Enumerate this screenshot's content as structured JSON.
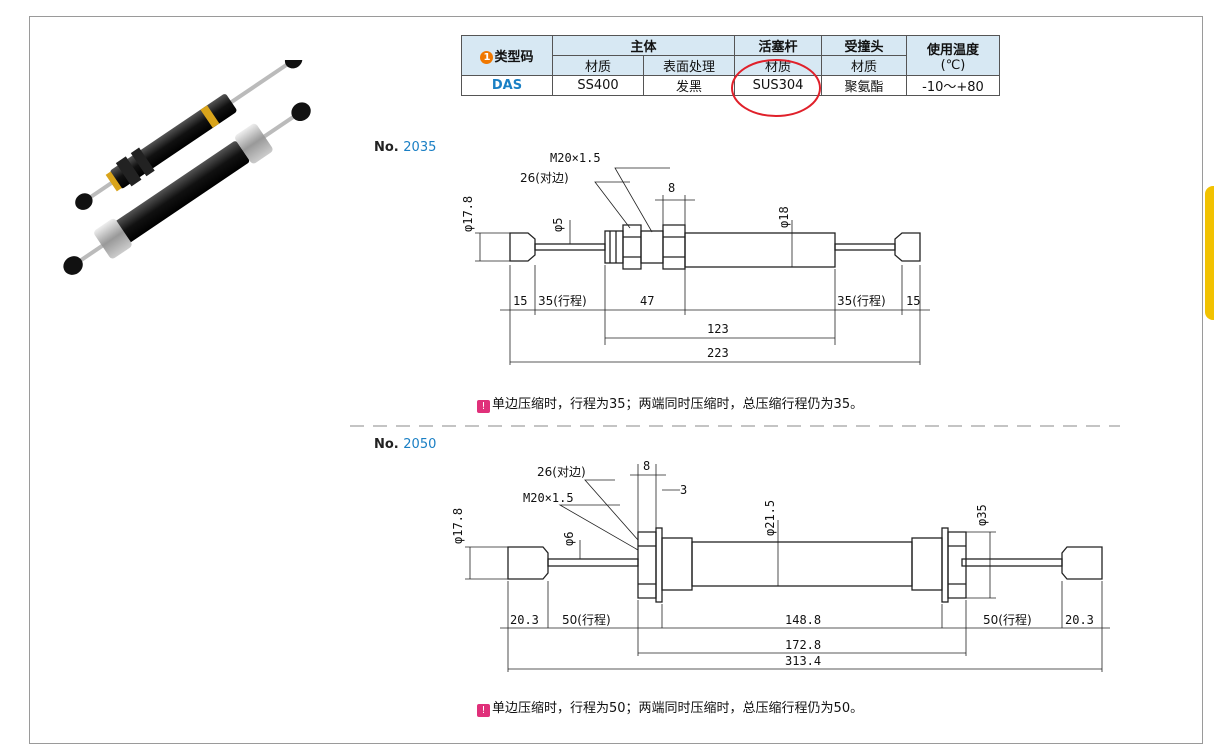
{
  "table": {
    "code_header": "类型码",
    "badge": "1",
    "body_header": "主体",
    "rod_header": "活塞杆",
    "head_header": "受撞头",
    "temp_header": "使用温度",
    "temp_unit": "(℃)",
    "material": "材质",
    "surface": "表面处理",
    "row": {
      "code": "DAS",
      "body_material": "SS400",
      "surface": "发黑",
      "rod_material": "SUS304",
      "head_material": "聚氨酯",
      "temp": "-10～+80"
    }
  },
  "section1": {
    "no_prefix": "No.",
    "no_number": "2035",
    "dims": {
      "thread": "M20×1.5",
      "hex": "26(对边)",
      "nut": "8",
      "d_head": "φ17.8",
      "d_rod": "φ5",
      "d_body": "φ18",
      "head_len": "15",
      "stroke_l": "35(行程)",
      "d47": "47",
      "stroke_r": "35(行程)",
      "head_len_r": "15",
      "body_len": "123",
      "total": "223"
    },
    "note": "单边压缩时，行程为35；两端同时压缩时，总压缩行程仍为35。"
  },
  "section2": {
    "no_prefix": "No.",
    "no_number": "2050",
    "dims": {
      "hex": "26(对边)",
      "nut": "8",
      "thread": "M20×1.5",
      "flange": "3",
      "d_head": "φ17.8",
      "d_rod": "φ6",
      "d_body": "φ21.5",
      "d_nut": "φ35",
      "head_len": "20.3",
      "stroke_l": "50(行程)",
      "body_len": "148.8",
      "stroke_r": "50(行程)",
      "head_len_r": "20.3",
      "mid_len": "172.8",
      "total": "313.4"
    },
    "note": "单边压缩时，行程为50；两端同时压缩时，总压缩行程仍为50。"
  },
  "note_mark": "!"
}
